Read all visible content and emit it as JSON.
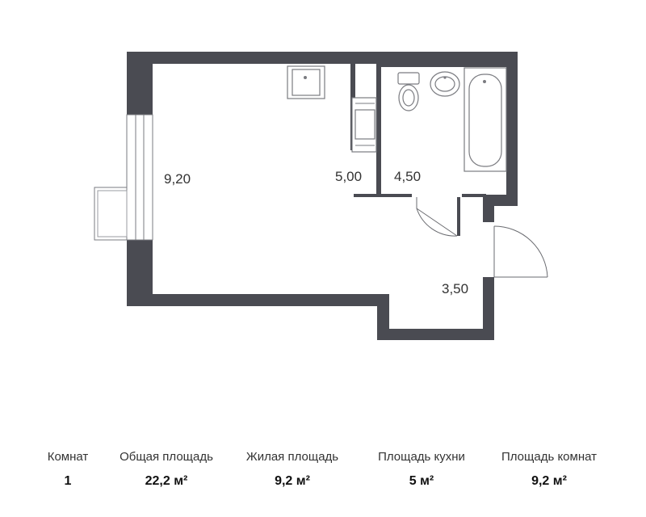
{
  "rooms": [
    {
      "id": "living",
      "area": "9,20"
    },
    {
      "id": "kitchen",
      "area": "5,00"
    },
    {
      "id": "bathroom",
      "area": "4,50"
    },
    {
      "id": "hallway",
      "area": "3,50"
    }
  ],
  "stats": [
    {
      "label": "Комнат",
      "value": "1"
    },
    {
      "label": "Общая площадь",
      "value": "22,2 м²"
    },
    {
      "label": "Жилая площадь",
      "value": "9,2 м²"
    },
    {
      "label": "Площадь кухни",
      "value": "5 м²"
    },
    {
      "label": "Площадь комнат",
      "value": "9,2 м²"
    }
  ],
  "colors": {
    "wall": "#4a4b52",
    "background": "#ffffff"
  }
}
